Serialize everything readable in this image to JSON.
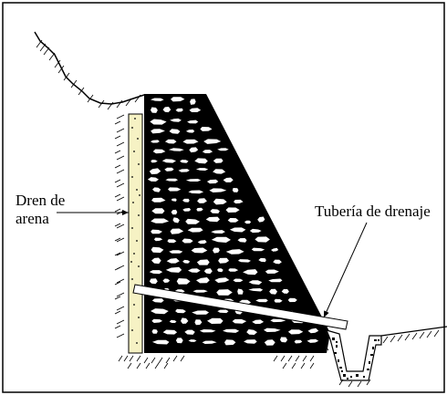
{
  "labels": {
    "dren_line1": "Dren de",
    "dren_line2": "arena",
    "tuberia": "Tubería de drenaje"
  },
  "colors": {
    "stone_fill": "#000000",
    "stone_voids": "#ffffff",
    "sand": "#f6f2c4",
    "ink": "#000000"
  }
}
